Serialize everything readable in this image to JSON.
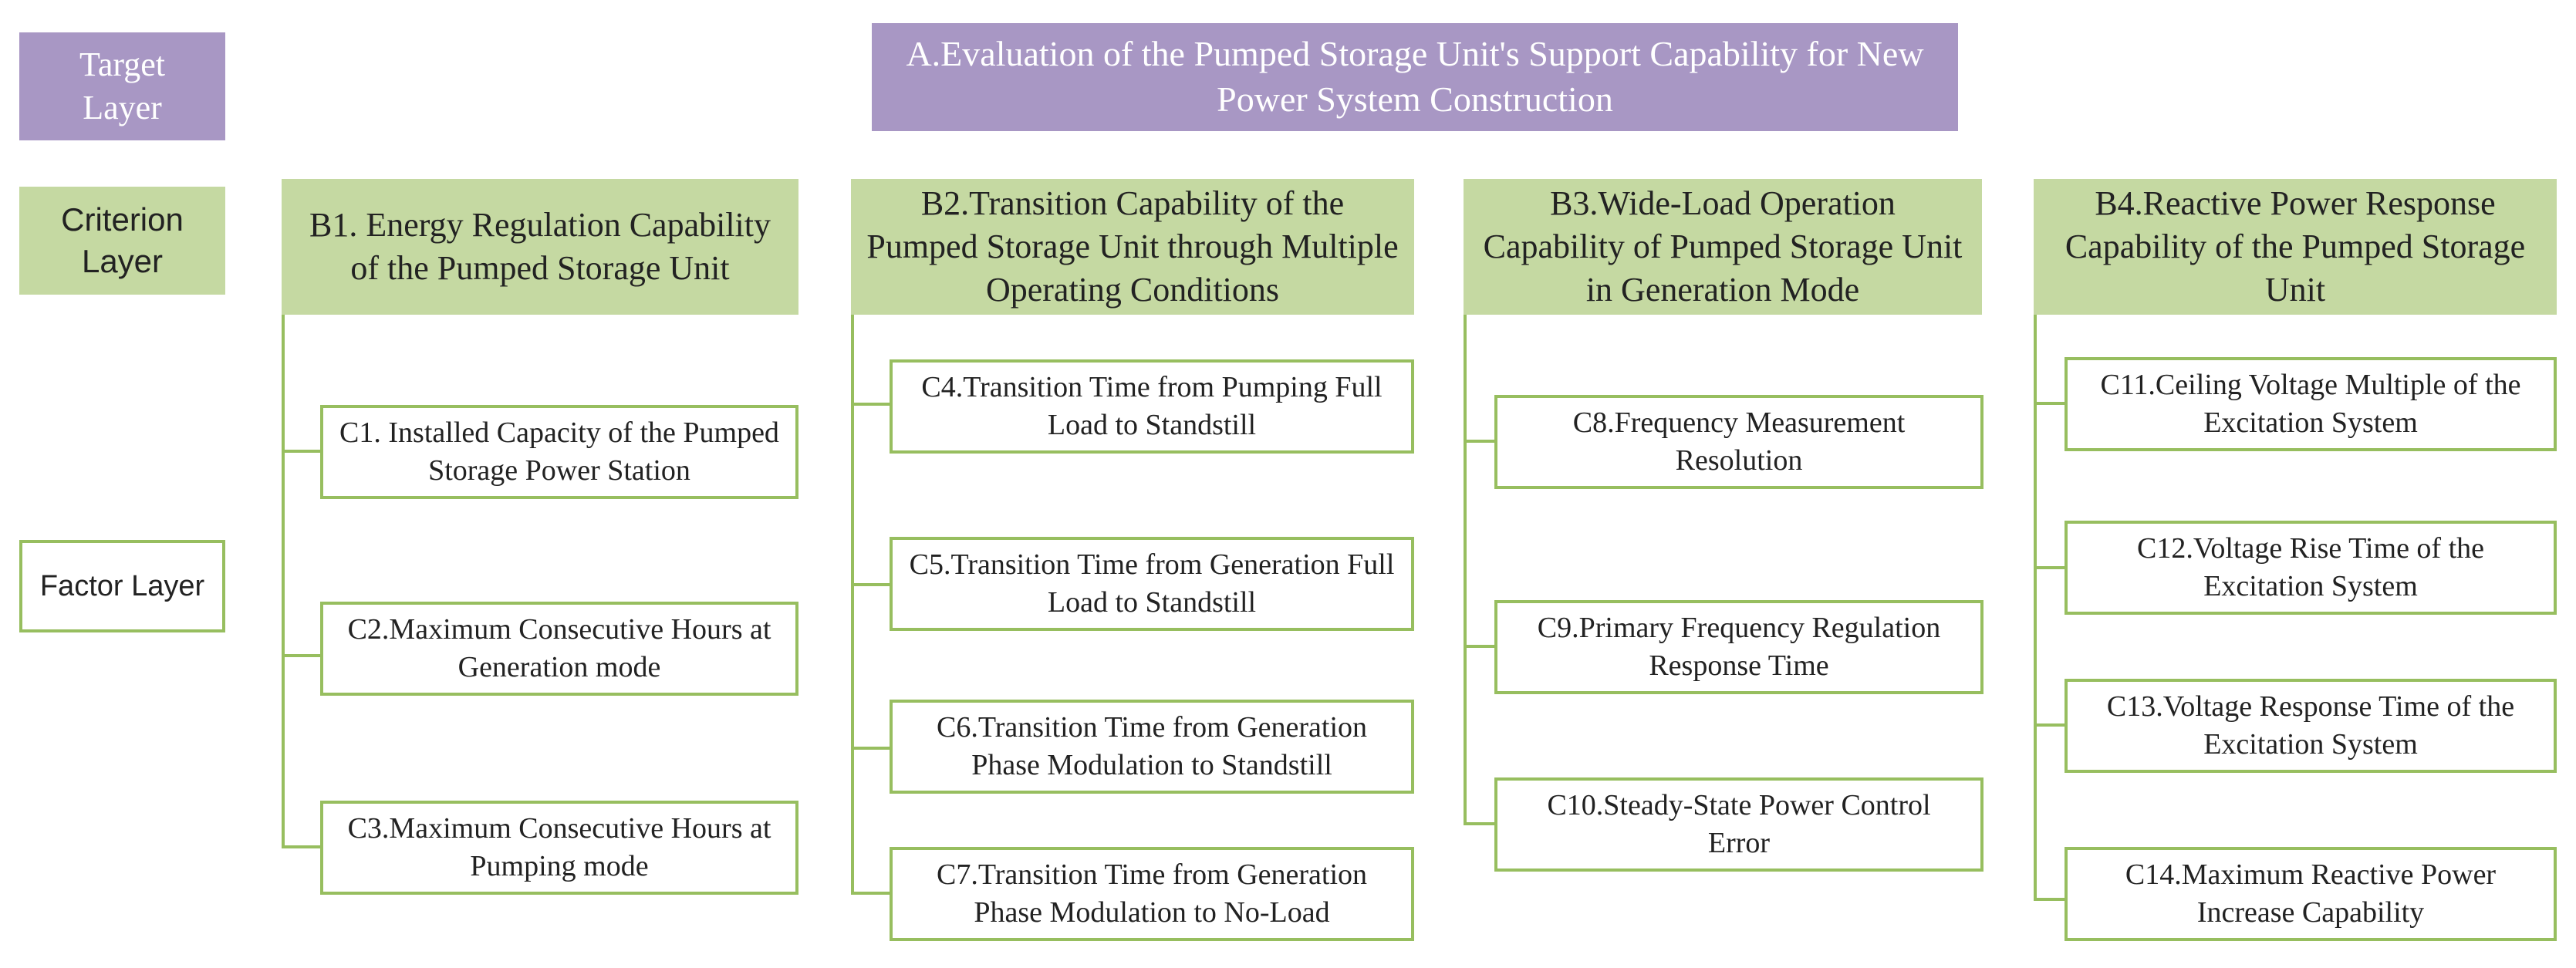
{
  "layers": {
    "target": "Target Layer",
    "criterion": "Criterion Layer",
    "factor": "Factor Layer"
  },
  "goal": "A.Evaluation of the Pumped Storage Unit's Support Capability for New Power System Construction",
  "criteria": [
    {
      "label": "B1. Energy Regulation Capability of the Pumped Storage Unit",
      "factors": [
        "C1. Installed Capacity of the Pumped Storage Power Station",
        "C2.Maximum Consecutive Hours at Generation mode",
        "C3.Maximum Consecutive Hours at Pumping mode"
      ]
    },
    {
      "label": "B2.Transition Capability of the Pumped Storage Unit through Multiple Operating Conditions",
      "factors": [
        "C4.Transition Time from Pumping Full Load to Standstill",
        "C5.Transition Time from Generation Full Load to Standstill",
        "C6.Transition Time from Generation Phase Modulation to Standstill",
        "C7.Transition Time from Generation Phase Modulation to No-Load"
      ]
    },
    {
      "label": "B3.Wide-Load Operation Capability of Pumped Storage Unit in Generation Mode",
      "factors": [
        "C8.Frequency Measurement Resolution",
        "C9.Primary Frequency Regulation Response Time",
        "C10.Steady-State Power Control Error"
      ]
    },
    {
      "label": "B4.Reactive Power Response Capability of the Pumped Storage Unit",
      "factors": [
        "C11.Ceiling Voltage Multiple of the Excitation System",
        "C12.Voltage Rise Time of the Excitation System",
        "C13.Voltage Response Time of the Excitation System",
        "C14.Maximum Reactive Power Increase Capability"
      ]
    }
  ],
  "colors": {
    "target_fill": "#a897c4",
    "criterion_fill": "#c5d9a2",
    "connector": "#97be5f"
  }
}
